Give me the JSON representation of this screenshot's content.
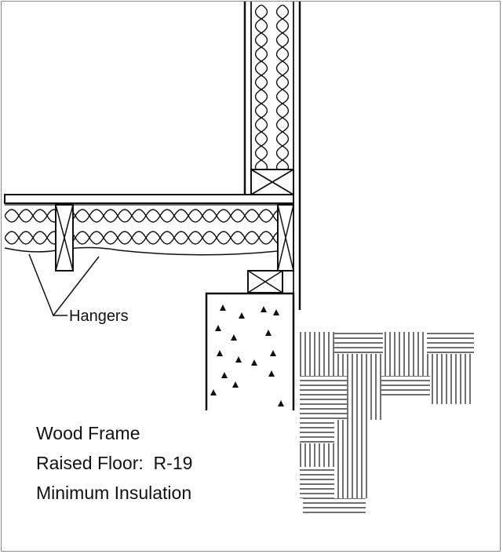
{
  "diagram": {
    "hangers_label": "Hangers",
    "caption": {
      "line1": "Wood Frame",
      "line2": "Raised Floor:  R-19",
      "line3": "Minimum Insulation"
    }
  },
  "colors": {
    "line": "#111111",
    "border": "#8a8a8a",
    "background": "#ffffff"
  }
}
